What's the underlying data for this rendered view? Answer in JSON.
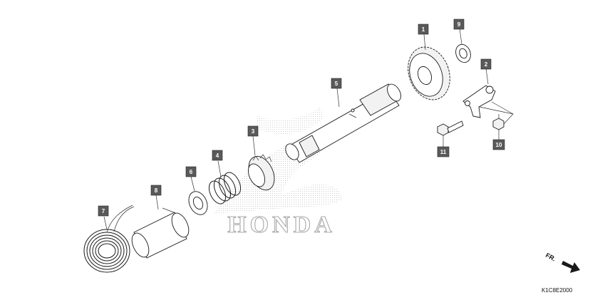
{
  "diagram": {
    "brand_watermark": "HONDA",
    "direction_label": "FR.",
    "figure_code": "K1C8E2000",
    "callouts": [
      "1",
      "2",
      "3",
      "4",
      "5",
      "6",
      "7",
      "8",
      "9",
      "10",
      "11"
    ]
  }
}
